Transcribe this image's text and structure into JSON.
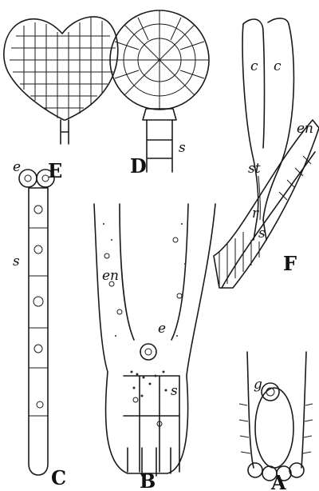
{
  "panels": {
    "A": {
      "label": "A",
      "annotations": [
        "g"
      ]
    },
    "B": {
      "label": "B",
      "annotations": [
        "en",
        "e",
        "s"
      ]
    },
    "C": {
      "label": "C",
      "annotations": [
        "e",
        "s"
      ]
    },
    "D": {
      "label": "D",
      "annotations": [
        "s"
      ]
    },
    "E": {
      "label": "E",
      "annotations": []
    },
    "F": {
      "label": "F",
      "annotations": [
        "c",
        "c",
        "st",
        "r",
        "s",
        "en"
      ]
    }
  }
}
